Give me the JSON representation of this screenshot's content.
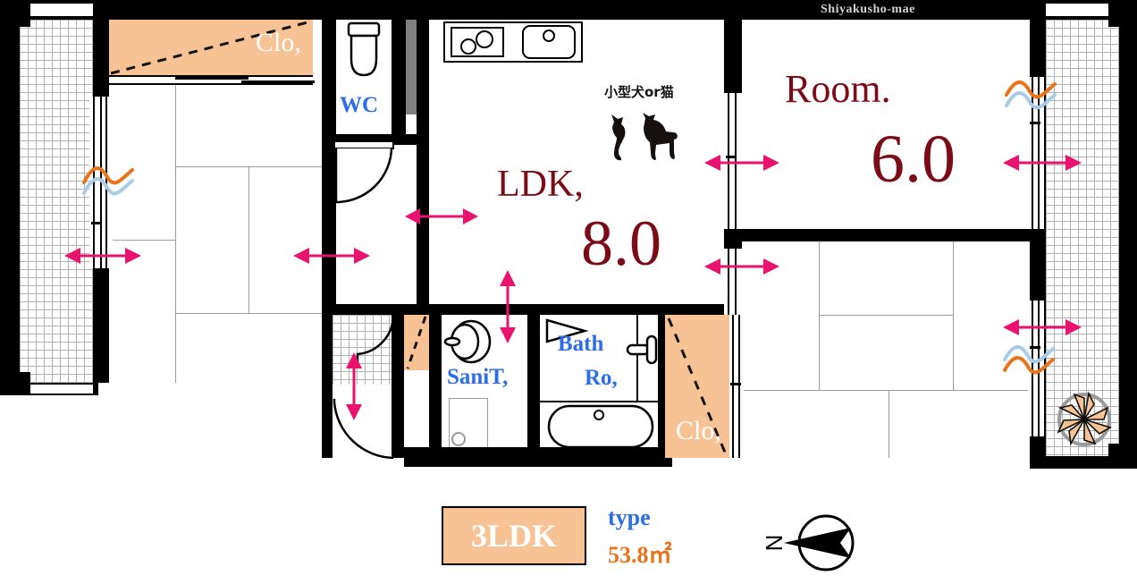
{
  "plan": {
    "title": "Shiyakusho-mae",
    "rooms": [
      {
        "key": "ldk",
        "label": "LDK,",
        "area": "8.0",
        "color": "#7B0B16"
      },
      {
        "key": "room",
        "label": "Room.",
        "area": "6.0",
        "color": "#7B0B16"
      }
    ],
    "labels": {
      "closet_top": "Clo,",
      "closet_bottom": "Clo,",
      "wc": "WC",
      "sanitary": "SaniT,",
      "bath_line1": "Bath",
      "bath_line2": "Ro,",
      "pets_note": "小型犬or猫"
    }
  },
  "legend": {
    "badge": "3LDK",
    "type_label": "type",
    "area": "53.8㎡",
    "compass_letter": "N"
  },
  "colors": {
    "wall": "#000000",
    "closet_fill": "#F8C394",
    "room_text": "#7B0B16",
    "wet_text": "#2C6EE8",
    "arrow": "#E8136E",
    "airflow_warm": "#E8731A",
    "airflow_cool": "#A8CCE8",
    "shaft": "#808080",
    "badge_fill": "#F8C394"
  }
}
